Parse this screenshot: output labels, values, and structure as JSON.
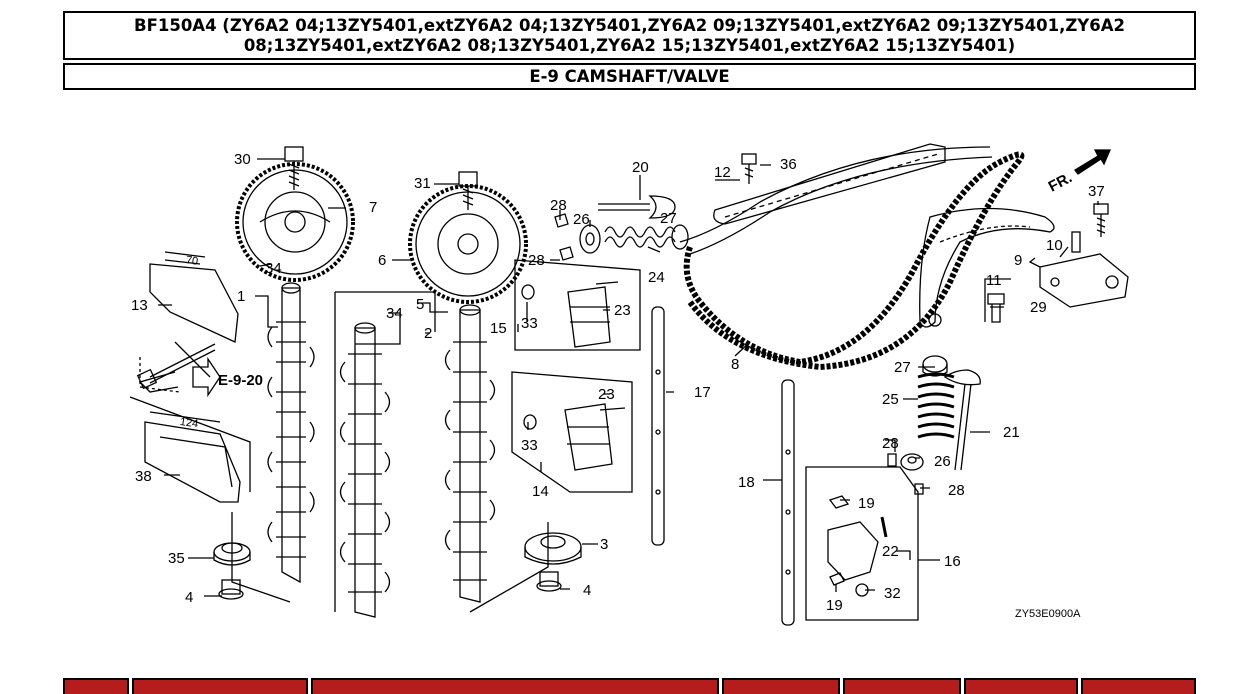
{
  "header": {
    "model_title": "BF150A4 (ZY6A2 04;13ZY5401,extZY6A2 04;13ZY5401,ZY6A2 09;13ZY5401,extZY6A2 09;13ZY5401,ZY6A2 08;13ZY5401,extZY6A2 08;13ZY5401,ZY6A2 15;13ZY5401,extZY6A2 15;13ZY5401)",
    "section_title": "E-9 CAMSHAFT/VALVE"
  },
  "diagram": {
    "direction_label": "FR.",
    "ref_label": "E-9-20",
    "drawing_code": "ZY53E0900A",
    "dim_70": "70",
    "dim_124": "124",
    "callouts": [
      "30",
      "7",
      "31",
      "6",
      "34",
      "1",
      "5",
      "34",
      "13",
      "2",
      "28",
      "26",
      "20",
      "12",
      "36",
      "37",
      "27",
      "28",
      "24",
      "10",
      "9",
      "11",
      "33",
      "23",
      "15",
      "29",
      "8",
      "17",
      "27",
      "23",
      "33",
      "25",
      "21",
      "14",
      "28",
      "26",
      "28",
      "18",
      "19",
      "38",
      "16",
      "22",
      "35",
      "3",
      "32",
      "19",
      "4",
      "4"
    ]
  },
  "colors": {
    "tab_red": "#b51d1d"
  }
}
